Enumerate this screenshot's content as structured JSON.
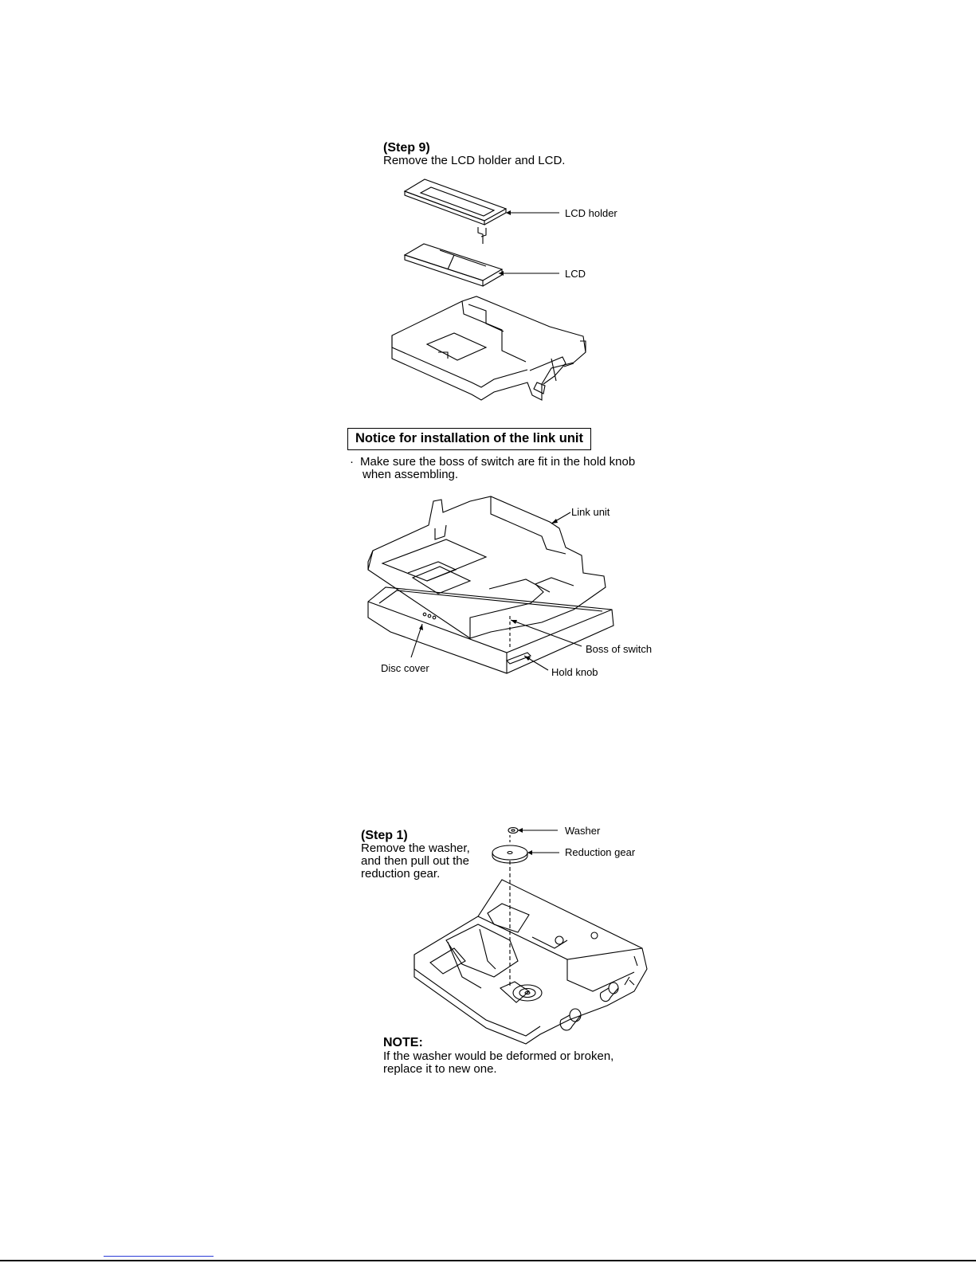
{
  "step9": {
    "title": "(Step 9)",
    "instruction": "Remove the LCD holder and LCD.",
    "labels": {
      "lcd_holder": "LCD holder",
      "lcd": "LCD"
    }
  },
  "notice": {
    "title": "Notice for installation of the link unit",
    "bullet": "·",
    "line1": "Make sure the boss of switch are fit in the hold knob",
    "line2": "when assembling.",
    "labels": {
      "link_unit": "Link unit",
      "boss_of_switch": "Boss of switch",
      "disc_cover": "Disc cover",
      "hold_knob": "Hold knob"
    }
  },
  "step1": {
    "title": "(Step 1)",
    "instruction_lines": [
      "Remove the washer,",
      "and then pull out the",
      "reduction gear."
    ],
    "labels": {
      "washer": "Washer",
      "reduction_gear": "Reduction gear"
    }
  },
  "note": {
    "title": "NOTE:",
    "line1": "If the washer would be deformed or broken,",
    "line2": "replace it to new one."
  }
}
